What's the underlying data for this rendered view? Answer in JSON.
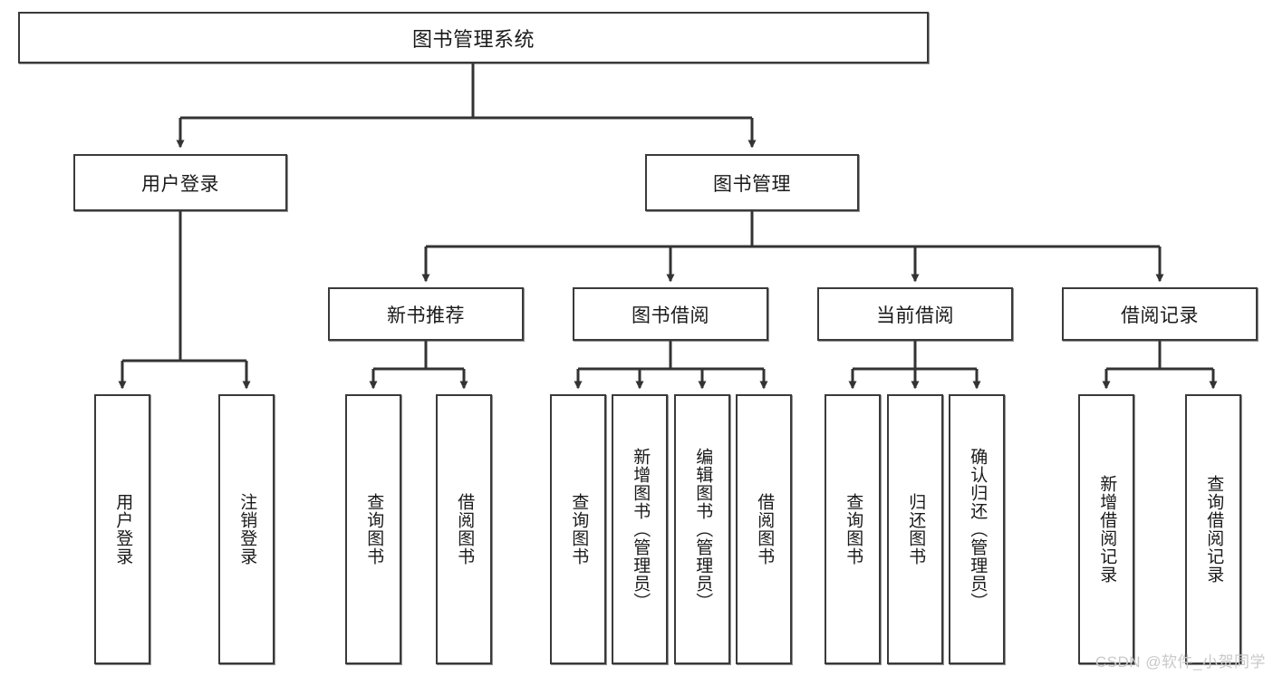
{
  "diagram": {
    "type": "tree",
    "title_node": {
      "id": "root",
      "label": "图书管理系统"
    },
    "level2": [
      {
        "id": "login",
        "label": "用户登录"
      },
      {
        "id": "bookmgmt",
        "label": "图书管理"
      }
    ],
    "level3": [
      {
        "id": "newbook",
        "label": "新书推荐",
        "parent": "bookmgmt"
      },
      {
        "id": "borrow",
        "label": "图书借阅",
        "parent": "bookmgmt"
      },
      {
        "id": "current",
        "label": "当前借阅",
        "parent": "bookmgmt"
      },
      {
        "id": "record",
        "label": "借阅记录",
        "parent": "bookmgmt"
      }
    ],
    "leaves": [
      {
        "id": "leaf-1",
        "label": "用户登录",
        "parent": "login"
      },
      {
        "id": "leaf-2",
        "label": "注销登录",
        "parent": "login"
      },
      {
        "id": "leaf-3",
        "label": "查询图书",
        "parent": "newbook"
      },
      {
        "id": "leaf-4",
        "label": "借阅图书",
        "parent": "newbook"
      },
      {
        "id": "leaf-5",
        "label": "查询图书",
        "parent": "borrow"
      },
      {
        "id": "leaf-6",
        "label": "新增图书（管理员）",
        "parent": "borrow"
      },
      {
        "id": "leaf-7",
        "label": "编辑图书（管理员）",
        "parent": "borrow"
      },
      {
        "id": "leaf-8",
        "label": "借阅图书",
        "parent": "borrow"
      },
      {
        "id": "leaf-9",
        "label": "查询图书",
        "parent": "current"
      },
      {
        "id": "leaf-10",
        "label": "归还图书",
        "parent": "current"
      },
      {
        "id": "leaf-11",
        "label": "确认归还（管理员）",
        "parent": "current"
      },
      {
        "id": "leaf-12",
        "label": "新增借阅记录",
        "parent": "record"
      },
      {
        "id": "leaf-13",
        "label": "查询借阅记录",
        "parent": "record"
      }
    ],
    "colors": {
      "box_border": "#3a3a3a",
      "box_fill": "#ffffff",
      "connector": "#333333",
      "text": "#1a1a1a",
      "watermark": "#c9c9c9",
      "background": "#ffffff"
    }
  },
  "watermark": {
    "text": "CSDN @软件_小贺同学"
  }
}
